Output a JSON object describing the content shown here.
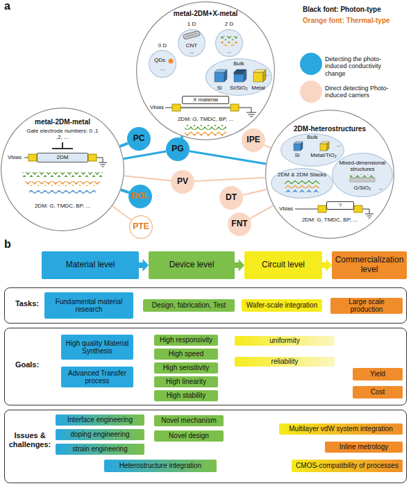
{
  "diagram": {
    "nodes": [
      {
        "text": [
          "metal-2DM+X-metal"
        ]
      },
      {
        "text": [
          "0 D",
          "QDs",
          "..."
        ],
        "in": 0
      },
      {
        "text": [
          "1 D",
          "CNT",
          "..."
        ],
        "in": 0
      },
      {
        "text": [
          "2 D",
          "..."
        ],
        "in": 0
      },
      {
        "text": [
          "Bulk",
          "Si",
          "Si/SiO₂",
          "Metal",
          "..."
        ],
        "in": 0
      },
      {
        "text": [
          "X material"
        ],
        "in": 0
      },
      {
        "text": [
          "metal-2DM-metal"
        ]
      },
      {
        "text": [
          "2DM"
        ],
        "in": 6
      },
      {
        "text": [
          "2DM-heterostructures"
        ]
      },
      {
        "text": [
          "Bulk",
          "Si",
          "Metal/TiO₂",
          "..."
        ],
        "in": 8
      },
      {
        "text": [
          "2DM & 2DM Stacks"
        ],
        "in": 8
      },
      {
        "text": [
          "Mixed-dimensional structures",
          "G/SiO₂",
          "..."
        ],
        "in": 8
      },
      {
        "text": [
          "?"
        ],
        "in": 8
      },
      {
        "text": [
          "PC"
        ]
      },
      {
        "text": [
          "PG"
        ]
      },
      {
        "text": [
          "BOL"
        ]
      },
      {
        "text": [
          "PTE"
        ]
      },
      {
        "text": [
          "PV"
        ]
      },
      {
        "text": [
          "IPE"
        ]
      },
      {
        "text": [
          "DT"
        ]
      },
      {
        "text": [
          "FNT"
        ]
      },
      {
        "text": [
          "Material level"
        ]
      },
      {
        "text": [
          "Device level"
        ]
      },
      {
        "text": [
          "Circuit level"
        ]
      },
      {
        "text": [
          "Commercialization level"
        ]
      },
      {
        "text": [
          "Tasks:"
        ]
      },
      {
        "text": [
          "Fundamental material research"
        ],
        "in": 25
      },
      {
        "text": [
          "Design, fabrication, Test"
        ],
        "in": 25
      },
      {
        "text": [
          "Wafer-scale integration"
        ],
        "in": 25
      },
      {
        "text": [
          "Large scale production"
        ],
        "in": 25
      },
      {
        "text": [
          "Goals:"
        ]
      },
      {
        "text": [
          "High quality Material Synthesis"
        ],
        "in": 30
      },
      {
        "text": [
          "Advanced Transfer process"
        ],
        "in": 30
      },
      {
        "text": [
          "High responsivity"
        ],
        "in": 30
      },
      {
        "text": [
          "High speed"
        ],
        "in": 30
      },
      {
        "text": [
          "High sensitivity"
        ],
        "in": 30
      },
      {
        "text": [
          "High linearity"
        ],
        "in": 30
      },
      {
        "text": [
          "High stability"
        ],
        "in": 30
      },
      {
        "text": [
          "uniformity"
        ],
        "in": 30
      },
      {
        "text": [
          "reliability"
        ],
        "in": 30
      },
      {
        "text": [
          "Yield"
        ],
        "in": 30
      },
      {
        "text": [
          "Cost"
        ],
        "in": 30
      },
      {
        "text": [
          "Issues & challenges:"
        ]
      },
      {
        "text": [
          "Interface engineering"
        ],
        "in": 42
      },
      {
        "text": [
          "doping engineering"
        ],
        "in": 42
      },
      {
        "text": [
          "strain engineering"
        ],
        "in": 42
      },
      {
        "text": [
          "Heterostructure integration"
        ],
        "in": 42
      },
      {
        "text": [
          "Novel mechanism"
        ],
        "in": 42
      },
      {
        "text": [
          "Novel design"
        ],
        "in": 42
      },
      {
        "text": [
          "Multilayer vdW system integration"
        ],
        "in": 42
      },
      {
        "text": [
          "Inline metrology"
        ],
        "in": 42
      },
      {
        "text": [
          "CMOS-compatibility of processes"
        ],
        "in": 42
      }
    ],
    "edges": [
      {
        "from": 13,
        "to": 6,
        "arrow": "none"
      },
      {
        "from": 14,
        "to": 0,
        "arrow": "none"
      },
      {
        "from": 14,
        "to": 6,
        "arrow": "none"
      },
      {
        "from": 14,
        "to": 8,
        "arrow": "none"
      },
      {
        "from": 15,
        "to": 6,
        "arrow": "none"
      },
      {
        "from": 16,
        "to": 6,
        "arrow": "none"
      },
      {
        "from": 17,
        "to": 6,
        "arrow": "none"
      },
      {
        "from": 17,
        "to": 8,
        "arrow": "none"
      },
      {
        "from": 18,
        "to": 8,
        "arrow": "none"
      },
      {
        "from": 19,
        "to": 8,
        "arrow": "none"
      },
      {
        "from": 20,
        "to": 8,
        "arrow": "none"
      },
      {
        "from": 21,
        "to": 22,
        "arrow": "to"
      },
      {
        "from": 22,
        "to": 23,
        "arrow": "to"
      },
      {
        "from": 23,
        "to": 24,
        "arrow": "to"
      }
    ],
    "labels": [
      "a",
      "Black font: Photon-type",
      "Orange font: Thermal-type",
      "Vbias",
      "2DM: G, TMDC, BP, ...",
      "Gate electrode numbers: 0 ,1 ,2, ...",
      "Vbias",
      "2DM: G, TMDC, BP, ...",
      "Vbias",
      "2DM: G, TMDC, BP, ...",
      "b"
    ],
    "legend": [
      {
        "text": "Detecting the photo-induced conductivity change",
        "color": "#29a8e0"
      },
      {
        "text": "Direct detecting Photo-induced carriers",
        "color": "#f9d6c4"
      }
    ]
  }
}
